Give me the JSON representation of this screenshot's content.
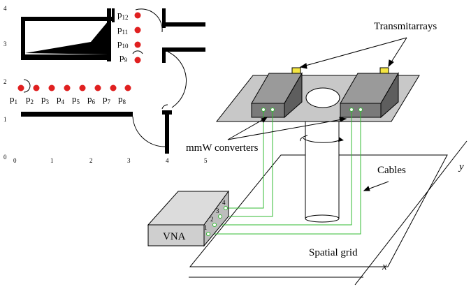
{
  "floorplan": {
    "x_ticks": [
      "0",
      "1",
      "2",
      "3",
      "4",
      "5"
    ],
    "y_ticks": [
      "0",
      "1",
      "2",
      "3",
      "4"
    ],
    "points": [
      {
        "label": "p",
        "sub": "1"
      },
      {
        "label": "p",
        "sub": "2"
      },
      {
        "label": "p",
        "sub": "3"
      },
      {
        "label": "p",
        "sub": "4"
      },
      {
        "label": "p",
        "sub": "5"
      },
      {
        "label": "p",
        "sub": "6"
      },
      {
        "label": "p",
        "sub": "7"
      },
      {
        "label": "p",
        "sub": "8"
      },
      {
        "label": "p",
        "sub": "9"
      },
      {
        "label": "p",
        "sub": "10"
      },
      {
        "label": "p",
        "sub": "11"
      },
      {
        "label": "p",
        "sub": "12"
      }
    ],
    "point_color": "#e02020"
  },
  "setup": {
    "transmitarrays_label": "Transmitarrays",
    "converters_label": "mmW converters",
    "cables_label": "Cables",
    "vna_label": "VNA",
    "grid_label": "Spatial grid",
    "axis_x": "x",
    "axis_y": "y",
    "port_numbers": [
      "1",
      "2",
      "3",
      "4"
    ],
    "colors": {
      "cable": "#33bb33",
      "box": "#7a7a7a",
      "platform": "#c8c8c8",
      "vna": "#cfcfcf",
      "antenna": "#f5e642"
    }
  }
}
